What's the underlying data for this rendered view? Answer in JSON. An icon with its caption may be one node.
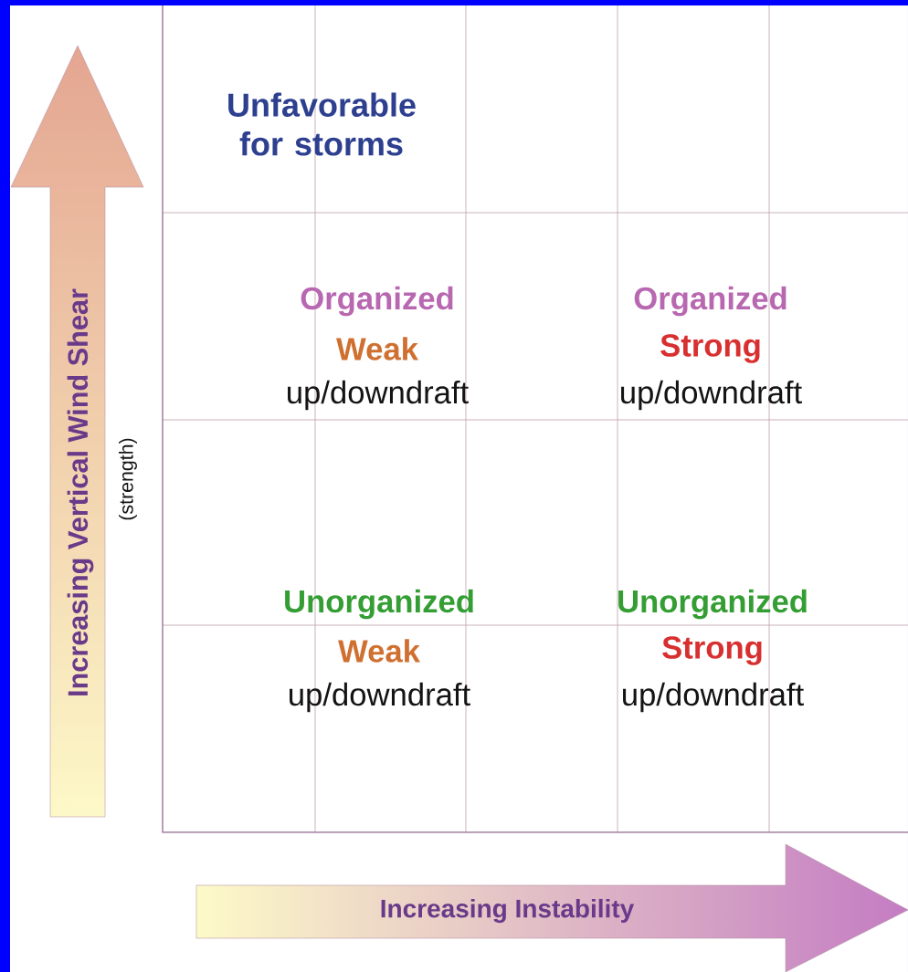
{
  "diagram": {
    "labels": [
      "Unfavorable for storms",
      "Organized",
      "Organized",
      "Weak",
      "Strong",
      "up/downdraft",
      "up/downdraft",
      "Unorganized",
      "Unorganized",
      "Weak",
      "Strong",
      "up/downdraft",
      "up/downdraft",
      "Increasing Vertical Wind Shear",
      "(strength)",
      "Increasing Instability"
    ]
  }
}
